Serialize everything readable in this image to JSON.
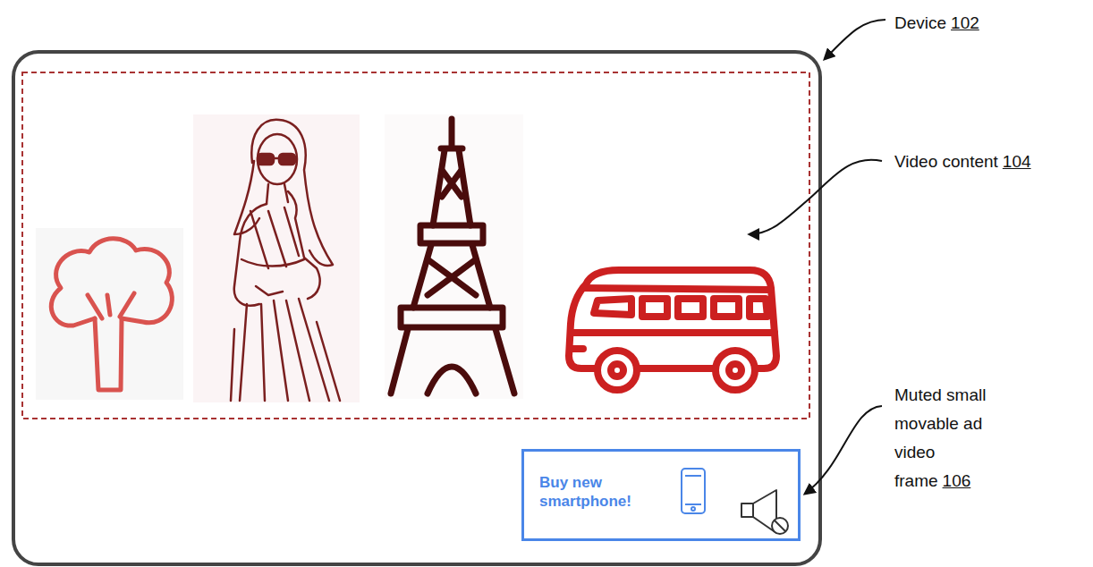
{
  "diagram": {
    "nodes": [
      {
        "text": [
          "Buy new smartphone!"
        ]
      }
    ],
    "labels": [
      "Device",
      "102",
      "Video content",
      "104",
      "Muted small movable ad video frame",
      "106"
    ]
  }
}
